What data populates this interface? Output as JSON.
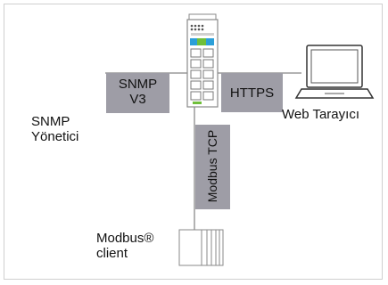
{
  "labels": {
    "snmp_manager_line1": "SNMP",
    "snmp_manager_line2": "Yönetici",
    "web_browser": "Web Tarayıcı",
    "modbus_client_line1": "Modbus®",
    "modbus_client_line2": "client"
  },
  "protocols": {
    "snmp_line1": "SNMP",
    "snmp_line2": "V3",
    "https": "HTTPS",
    "modbus_tcp": "Modbus TCP"
  },
  "colors": {
    "protocol_box": "#9e9da6",
    "connector_line": "#9a9a9a",
    "frame_border": "#cfcfcf"
  }
}
